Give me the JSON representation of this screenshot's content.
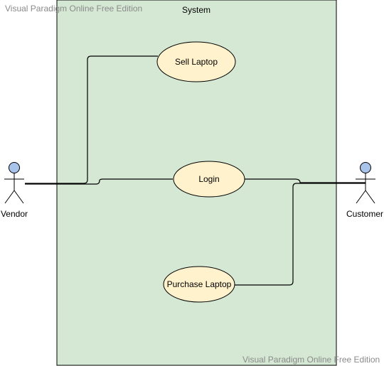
{
  "watermarks": {
    "top": "Visual Paradigm Online Free Edition",
    "bottom": "Visual Paradigm Online Free Edition"
  },
  "system": {
    "label": "System",
    "fill": "#d5e8d4",
    "stroke": "#000000"
  },
  "actors": {
    "vendor": {
      "label": "Vendor",
      "head_fill": "#a9c4eb"
    },
    "customer": {
      "label": "Customer",
      "head_fill": "#a9c4eb"
    }
  },
  "use_cases": {
    "sell_laptop": {
      "label": "Sell Laptop"
    },
    "login": {
      "label": "Login"
    },
    "purchase_laptop": {
      "label": "Purchase Laptop"
    }
  },
  "colors": {
    "use_case_fill": "#fff2cc",
    "line": "#000000"
  }
}
